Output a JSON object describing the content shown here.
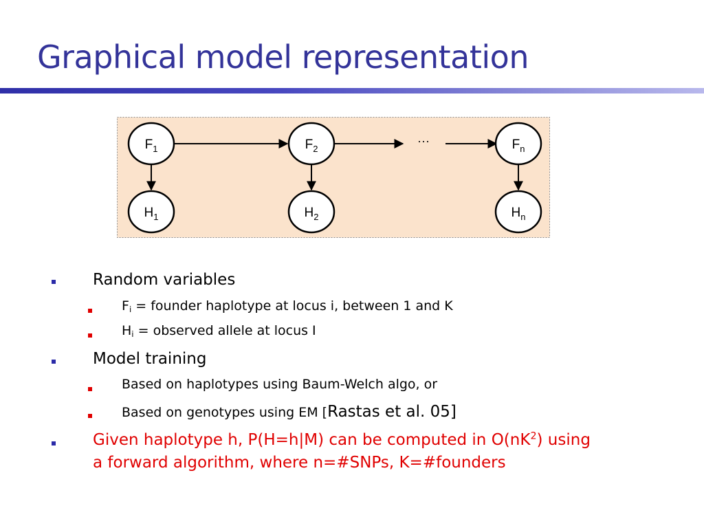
{
  "slide": {
    "title": "Graphical model representation"
  },
  "diagram": {
    "ellipsis": "···",
    "founders": [
      {
        "base": "F",
        "sub": "1"
      },
      {
        "base": "F",
        "sub": "2"
      },
      {
        "base": "F",
        "sub": "n"
      }
    ],
    "observed": [
      {
        "base": "H",
        "sub": "1"
      },
      {
        "base": "H",
        "sub": "2"
      },
      {
        "base": "H",
        "sub": "n"
      }
    ],
    "colors": {
      "panel_fill": "#fbe3cc",
      "panel_border": "#8c8c8c"
    }
  },
  "bullets": {
    "random_variables": "Random variables",
    "fi_base": "F",
    "fi_sub": "i",
    "fi_text": " = founder haplotype at locus i, between 1 and K",
    "hi_base": "H",
    "hi_sub": "i",
    "hi_text": " = observed allele at locus I",
    "model_training": "Model training",
    "haplotypes_text": "Based on haplotypes using Baum-Welch algo, or",
    "genotypes_text": "Based on genotypes using EM [",
    "genotypes_ref": "Rastas et al. 05]",
    "given_part1": "Given haplotype h, P(H=h|M) can be computed in O(nK",
    "given_sup": "2",
    "given_part2": ") using",
    "given_line2": "a forward algorithm, where n=#SNPs, K=#founders"
  },
  "colors": {
    "title": "#333399",
    "bullet_level1": "#2b2ba8",
    "bullet_level2": "#e00000",
    "highlight_text": "#e00000"
  }
}
